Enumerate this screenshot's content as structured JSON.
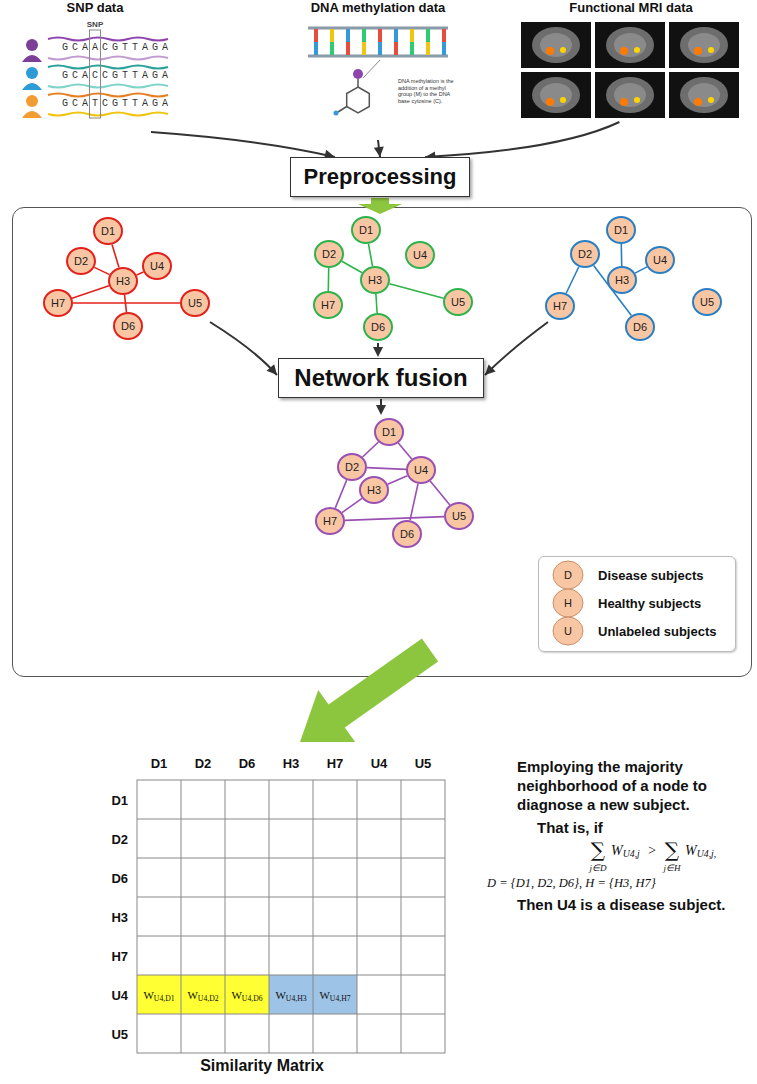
{
  "diagram": {
    "nodes": [
      {
        "text": [
          "SNP data"
        ]
      },
      {
        "text": [
          "DNA methylation data"
        ]
      },
      {
        "text": [
          "Functional MRI data"
        ]
      },
      {
        "text": [
          "Preprocessing"
        ]
      },
      {
        "text": [
          "D1"
        ]
      },
      {
        "text": [
          "D2"
        ]
      },
      {
        "text": [
          "U4"
        ]
      },
      {
        "text": [
          "H3"
        ]
      },
      {
        "text": [
          "H7"
        ]
      },
      {
        "text": [
          "U5"
        ]
      },
      {
        "text": [
          "D6"
        ]
      },
      {
        "text": [
          "D1"
        ]
      },
      {
        "text": [
          "D2"
        ]
      },
      {
        "text": [
          "U4"
        ]
      },
      {
        "text": [
          "H3"
        ]
      },
      {
        "text": [
          "H7"
        ]
      },
      {
        "text": [
          "U5"
        ]
      },
      {
        "text": [
          "D6"
        ]
      },
      {
        "text": [
          "D1"
        ]
      },
      {
        "text": [
          "D2"
        ]
      },
      {
        "text": [
          "U4"
        ]
      },
      {
        "text": [
          "H3"
        ]
      },
      {
        "text": [
          "H7"
        ]
      },
      {
        "text": [
          "U5"
        ]
      },
      {
        "text": [
          "D6"
        ]
      },
      {
        "text": [
          "Network fusion"
        ]
      },
      {
        "text": [
          "D1"
        ]
      },
      {
        "text": [
          "D2"
        ]
      },
      {
        "text": [
          "U4"
        ]
      },
      {
        "text": [
          "H3"
        ]
      },
      {
        "text": [
          "H7"
        ]
      },
      {
        "text": [
          "U5"
        ]
      },
      {
        "text": [
          "D6"
        ]
      }
    ],
    "edges": [
      {
        "from": 0,
        "to": 3,
        "arrow": "to"
      },
      {
        "from": 1,
        "to": 3,
        "arrow": "to"
      },
      {
        "from": 2,
        "to": 3,
        "arrow": "to"
      },
      {
        "from": 4,
        "to": 7,
        "arrow": "none"
      },
      {
        "from": 5,
        "to": 7,
        "arrow": "none"
      },
      {
        "from": 7,
        "to": 6,
        "arrow": "none"
      },
      {
        "from": 8,
        "to": 7,
        "arrow": "none"
      },
      {
        "from": 8,
        "to": 9,
        "arrow": "none"
      },
      {
        "from": 7,
        "to": 10,
        "arrow": "none"
      },
      {
        "from": 11,
        "to": 14,
        "arrow": "none"
      },
      {
        "from": 14,
        "to": 17,
        "arrow": "none"
      },
      {
        "from": 12,
        "to": 14,
        "arrow": "none"
      },
      {
        "from": 12,
        "to": 15,
        "arrow": "none"
      },
      {
        "from": 14,
        "to": 16,
        "arrow": "none"
      },
      {
        "from": 18,
        "to": 21,
        "arrow": "none"
      },
      {
        "from": 21,
        "to": 20,
        "arrow": "none"
      },
      {
        "from": 19,
        "to": 24,
        "arrow": "none"
      },
      {
        "from": 22,
        "to": 19,
        "arrow": "none"
      },
      {
        "from": 26,
        "to": 27,
        "arrow": "none"
      },
      {
        "from": 26,
        "to": 28,
        "arrow": "none"
      },
      {
        "from": 27,
        "to": 28,
        "arrow": "none"
      },
      {
        "from": 27,
        "to": 30,
        "arrow": "none"
      },
      {
        "from": 29,
        "to": 28,
        "arrow": "none"
      },
      {
        "from": 29,
        "to": 30,
        "arrow": "none"
      },
      {
        "from": 30,
        "to": 31,
        "arrow": "none"
      },
      {
        "from": 28,
        "to": 31,
        "arrow": "none"
      },
      {
        "from": 28,
        "to": 32,
        "arrow": "none"
      }
    ],
    "labels": [
      "SNP",
      "GCAACGTTAGA",
      "GCACCGTTAGA",
      "GCATCGTTAGA",
      "DNA methylation is the addition of a methyl group (M) to the DNA base cytosine (C).",
      "D",
      "H",
      "U",
      "D1",
      "D2",
      "D6",
      "H3",
      "H7",
      "U4",
      "U5",
      "D1",
      "D2",
      "D6",
      "H3",
      "H7",
      "U4",
      "U5",
      "WU4,D1",
      "WU4,D2",
      "WU4,D6",
      "WU4,H3",
      "WU4,H7",
      "Employing the majority neighborhood of a node to diagnose a new subject.",
      "That is, if",
      "∑",
      "j∈D",
      "WU4,j",
      ">",
      "∑",
      "j∈H",
      "WU4,j,",
      "D = {D1, D2, D6}, H = {H3, H7}",
      "Then U4 is a disease subject.",
      "Similarity Matrix"
    ],
    "legend": [
      {
        "text": "Disease subjects"
      },
      {
        "text": "Healthy subjects"
      },
      {
        "text": "Unlabeled subjects"
      }
    ]
  }
}
